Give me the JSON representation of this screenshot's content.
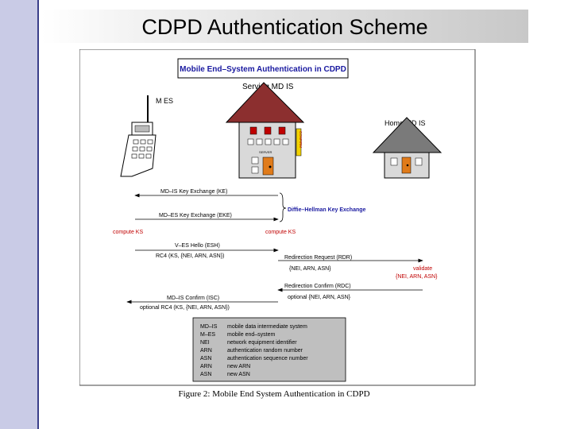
{
  "slide": {
    "title": "CDPD Authentication Scheme"
  },
  "figure": {
    "header": "Mobile End–System Authentication in CDPD",
    "serving_label": "Serving MD IS",
    "home_label": "Home MD IS",
    "mes_label": "M ES",
    "side_tag": "CONFIRM",
    "server_tag": "SERVER",
    "msg1": "MD–IS Key Exchange (KE)",
    "msg2": "MD–ES Key Exchange (EKE)",
    "dh_label": "Diffie–Hellman Key Exchange",
    "compute_left": "compute KS",
    "compute_right": "compute KS",
    "msg3": "V–ES Hello (ESH)",
    "msg3b": "RC4 (KS, {NEI, ARN, ASN})",
    "redirect_req": "Redirection Request (RDR)",
    "redirect_req_b": "{NEI, ARN, ASN}",
    "validate": "validate",
    "validate_b": "{NEI, ARN, ASN}",
    "redirect_conf": "Redirection Confirm (RDC)",
    "redirect_conf_b": "optional {NEI, ARN, ASN}",
    "msg4": "MD–IS Confirm (ISC)",
    "msg4b": "optional RC4 (KS, {NEI, ARN, ASN})",
    "legend": [
      {
        "abbr": "MD–IS",
        "desc": "mobile data intermediate system"
      },
      {
        "abbr": "M–ES",
        "desc": "mobile end–system"
      },
      {
        "abbr": "NEI",
        "desc": "network equipment identifier"
      },
      {
        "abbr": "ARN",
        "desc": "authentication random number"
      },
      {
        "abbr": "ASN",
        "desc": "authentication sequence number"
      },
      {
        "abbr": "ARN",
        "desc": "new ARN"
      },
      {
        "abbr": "ASN",
        "desc": "new ASN"
      }
    ],
    "caption": "Figure 2: Mobile End System Authentication in CDPD"
  },
  "colors": {
    "red": "#c00000",
    "blue": "#1a1aa0",
    "roof_serving": "#8c2f2f",
    "roof_home": "#7a7a7a",
    "door": "#e07b1a"
  }
}
